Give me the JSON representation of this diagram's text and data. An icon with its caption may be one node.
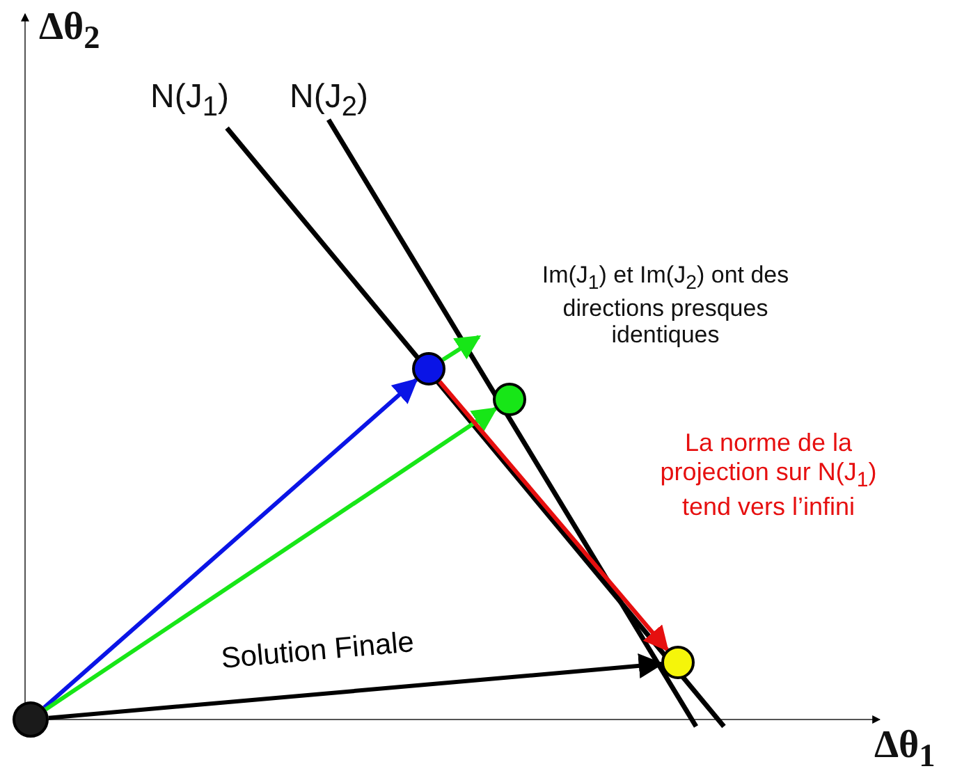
{
  "diagram": {
    "nodes": [
      {
        "text": [],
        "shape": "circle"
      },
      {
        "text": [],
        "shape": "circle"
      },
      {
        "text": [],
        "shape": "circle"
      },
      {
        "text": [],
        "shape": "circle"
      }
    ],
    "edges": [
      {
        "from": 0,
        "to": 1,
        "arrow": "to",
        "color": "#0a14e6"
      },
      {
        "from": 0,
        "to": 2,
        "arrow": "to",
        "color": "#17e617"
      },
      {
        "from": 0,
        "to": 3,
        "arrow": "to",
        "label": "Solution Finale",
        "color": "#000000"
      },
      {
        "from": 1,
        "to": 3,
        "arrow": "to",
        "color": "#e60f0f"
      },
      {
        "from": 1,
        "to": null,
        "arrow": "to",
        "color": "#17e617"
      }
    ],
    "labels": [
      "Δθ$_{2}$",
      "N(J$_{1}$)",
      "N(J$_{2}$)",
      "Im(J$_{1}$) et Im(J$_{2}$) ont des directions presques identiques",
      "La norme de la projection sur N(J$_{1}$) tend vers l’infini",
      "Δθ$_{1}$"
    ]
  }
}
